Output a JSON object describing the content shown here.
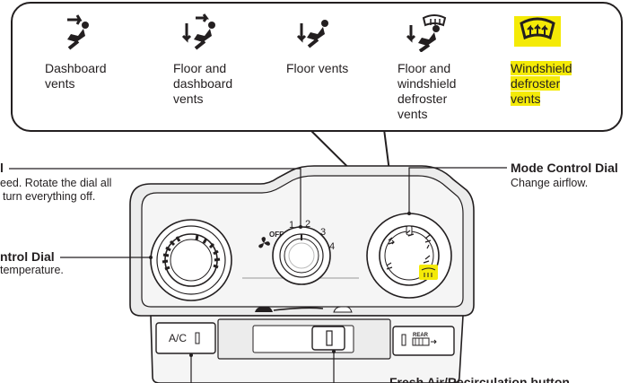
{
  "vents": [
    {
      "label": "Dashboard\nvents",
      "icon": "dashboard-vents-icon",
      "highlighted": false
    },
    {
      "label": "Floor and\ndashboard\nvents",
      "icon": "floor-and-dashboard-vents-icon",
      "highlighted": false
    },
    {
      "label": "Floor vents",
      "icon": "floor-vents-icon",
      "highlighted": false
    },
    {
      "label": "Floor and\nwindshield\ndefroster\nvents",
      "icon": "floor-and-defroster-vents-icon",
      "highlighted": false
    },
    {
      "label": "Windshield\ndefroster\nvents",
      "icon": "windshield-defroster-icon",
      "highlighted": true
    }
  ],
  "callouts": {
    "fan_title": "l",
    "fan_desc_1": "eed. Rotate the dial all",
    "fan_desc_2": "turn everything off.",
    "temp_title": "ntrol Dial",
    "temp_desc": "temperature.",
    "mode_title": "Mode Control Dial",
    "mode_desc": "Change airflow.",
    "bottom_partial": "Fresh Air/Recirculation button"
  },
  "panel": {
    "fan_off": "OFF",
    "fan_speeds": [
      "1",
      "2",
      "3",
      "4"
    ],
    "ac_label": "A/C",
    "rear_label": "REAR"
  },
  "colors": {
    "line": "#231f20",
    "panel_fill": "#ececec",
    "highlight": "#f4ea07"
  }
}
